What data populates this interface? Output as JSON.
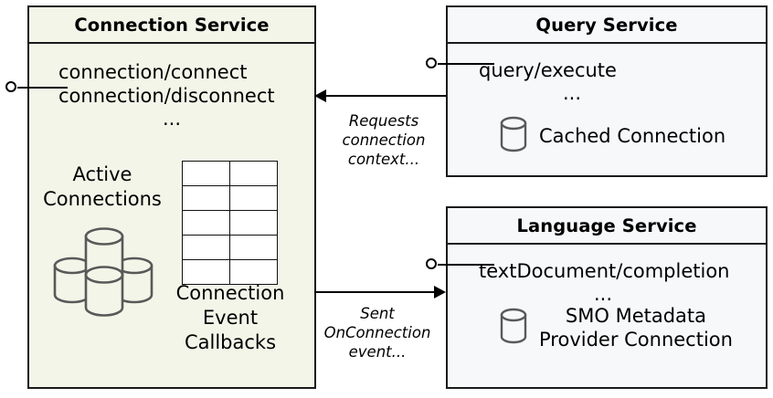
{
  "diagram": {
    "title": "Connection Service interaction diagram",
    "type": "uml-component-diagram",
    "colors": {
      "connection_service_fill": "#f3f5e9",
      "peer_service_fill": "#f7f8fa",
      "border": "#1a1a1a",
      "cylinder_stroke": "#595959",
      "table_fill": "#ffffff"
    }
  },
  "connection_service": {
    "title": "Connection Service",
    "interface_icon": "provided-interface-lollipop-icon",
    "methods": [
      "connection/connect",
      "connection/disconnect"
    ],
    "methods_ellipsis": "...",
    "active_connections": {
      "label_line1": "Active",
      "label_line2": "Connections",
      "icon": "database-cluster-icon",
      "cylinder_count": 4
    },
    "callbacks": {
      "icon": "table-grid-icon",
      "rows": 5,
      "columns": 2,
      "label_line1": "Connection",
      "label_line2": "Event",
      "label_line3": "Callbacks"
    }
  },
  "query_service": {
    "title": "Query Service",
    "interface_icon": "provided-interface-lollipop-icon",
    "methods": [
      "query/execute"
    ],
    "methods_ellipsis": "...",
    "artifact": {
      "icon": "database-cylinder-icon",
      "caption": "Cached Connection"
    }
  },
  "language_service": {
    "title": "Language Service",
    "interface_icon": "provided-interface-lollipop-icon",
    "methods": [
      "textDocument/completion"
    ],
    "methods_ellipsis": "...",
    "artifact": {
      "icon": "database-cylinder-icon",
      "caption_line1": "SMO Metadata",
      "caption_line2": "Provider Connection"
    }
  },
  "connectors": [
    {
      "id": "requests-connection-context",
      "from": "query_service",
      "to": "connection_service",
      "direction": "left",
      "label_line1": "Requests",
      "label_line2": "connection",
      "label_line3": "context..."
    },
    {
      "id": "sent-onconnection-event",
      "from": "connection_service",
      "to": "language_service",
      "direction": "right",
      "label_line1": "Sent",
      "label_line2": "OnConnection",
      "label_line3": "event..."
    }
  ]
}
